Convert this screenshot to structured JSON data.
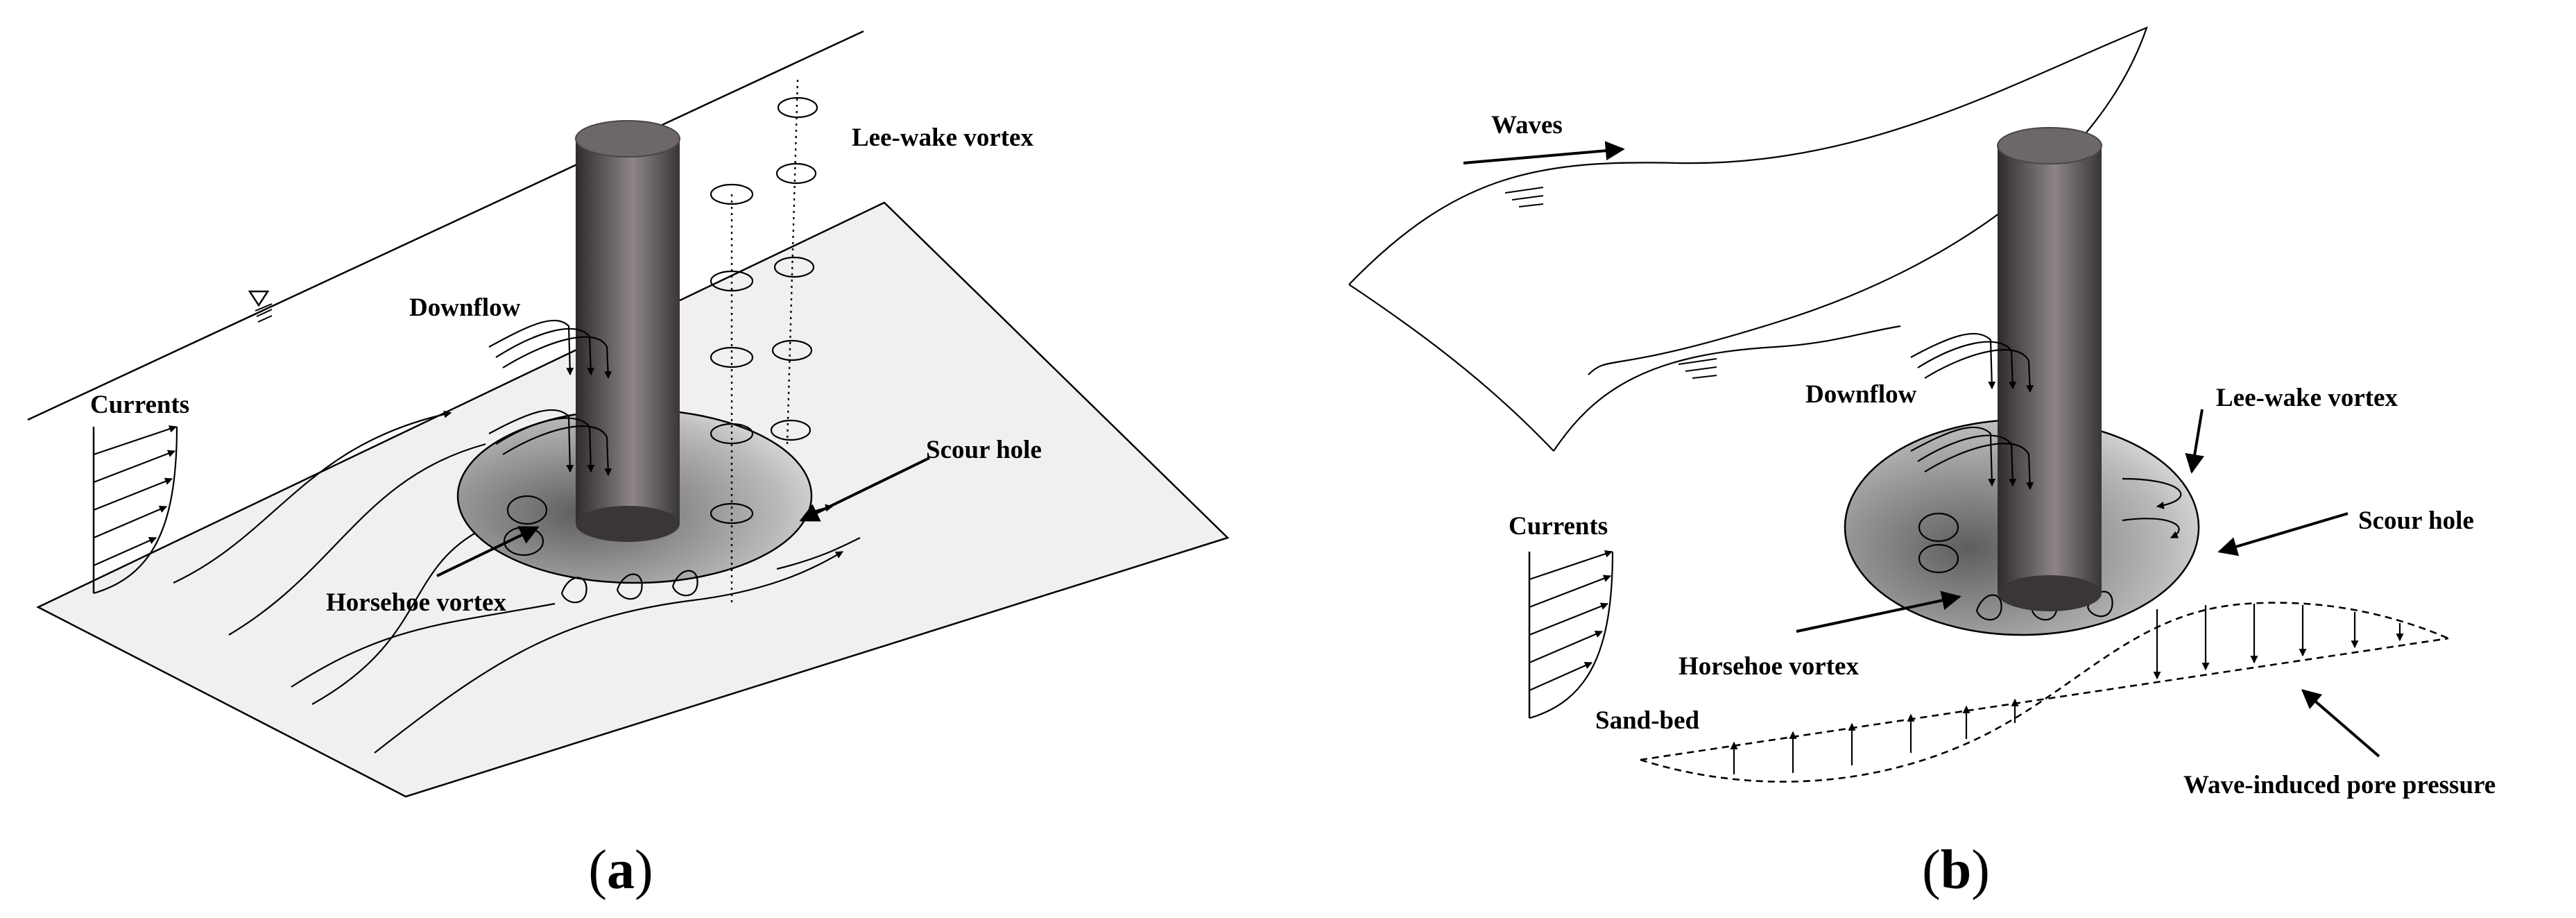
{
  "panel_a": {
    "caption_open": "(",
    "caption_letter": "a",
    "caption_close": ")",
    "labels": {
      "lee_wake_vortex": "Lee-wake vortex",
      "downflow": "Downflow",
      "currents": "Currents",
      "scour_hole": "Scour hole",
      "horseshoe_vortex": "Horsehoe vortex"
    }
  },
  "panel_b": {
    "caption_open": "(",
    "caption_letter": "b",
    "caption_close": ")",
    "labels": {
      "waves": "Waves",
      "downflow": "Downflow",
      "lee_wake_vortex": "Lee-wake vortex",
      "currents": "Currents",
      "scour_hole": "Scour hole",
      "horseshoe_vortex": "Horsehoe vortex",
      "sand_bed": "Sand-bed",
      "wave_induced_pore_pressure": "Wave-induced pore pressure"
    }
  },
  "colors": {
    "pile_dark": "#3e3a3b",
    "pile_light": "#8c8487",
    "seabed": "#f0f0f0",
    "scour_dark": "#6f6f6f",
    "scour_light": "#e3e3e3"
  }
}
